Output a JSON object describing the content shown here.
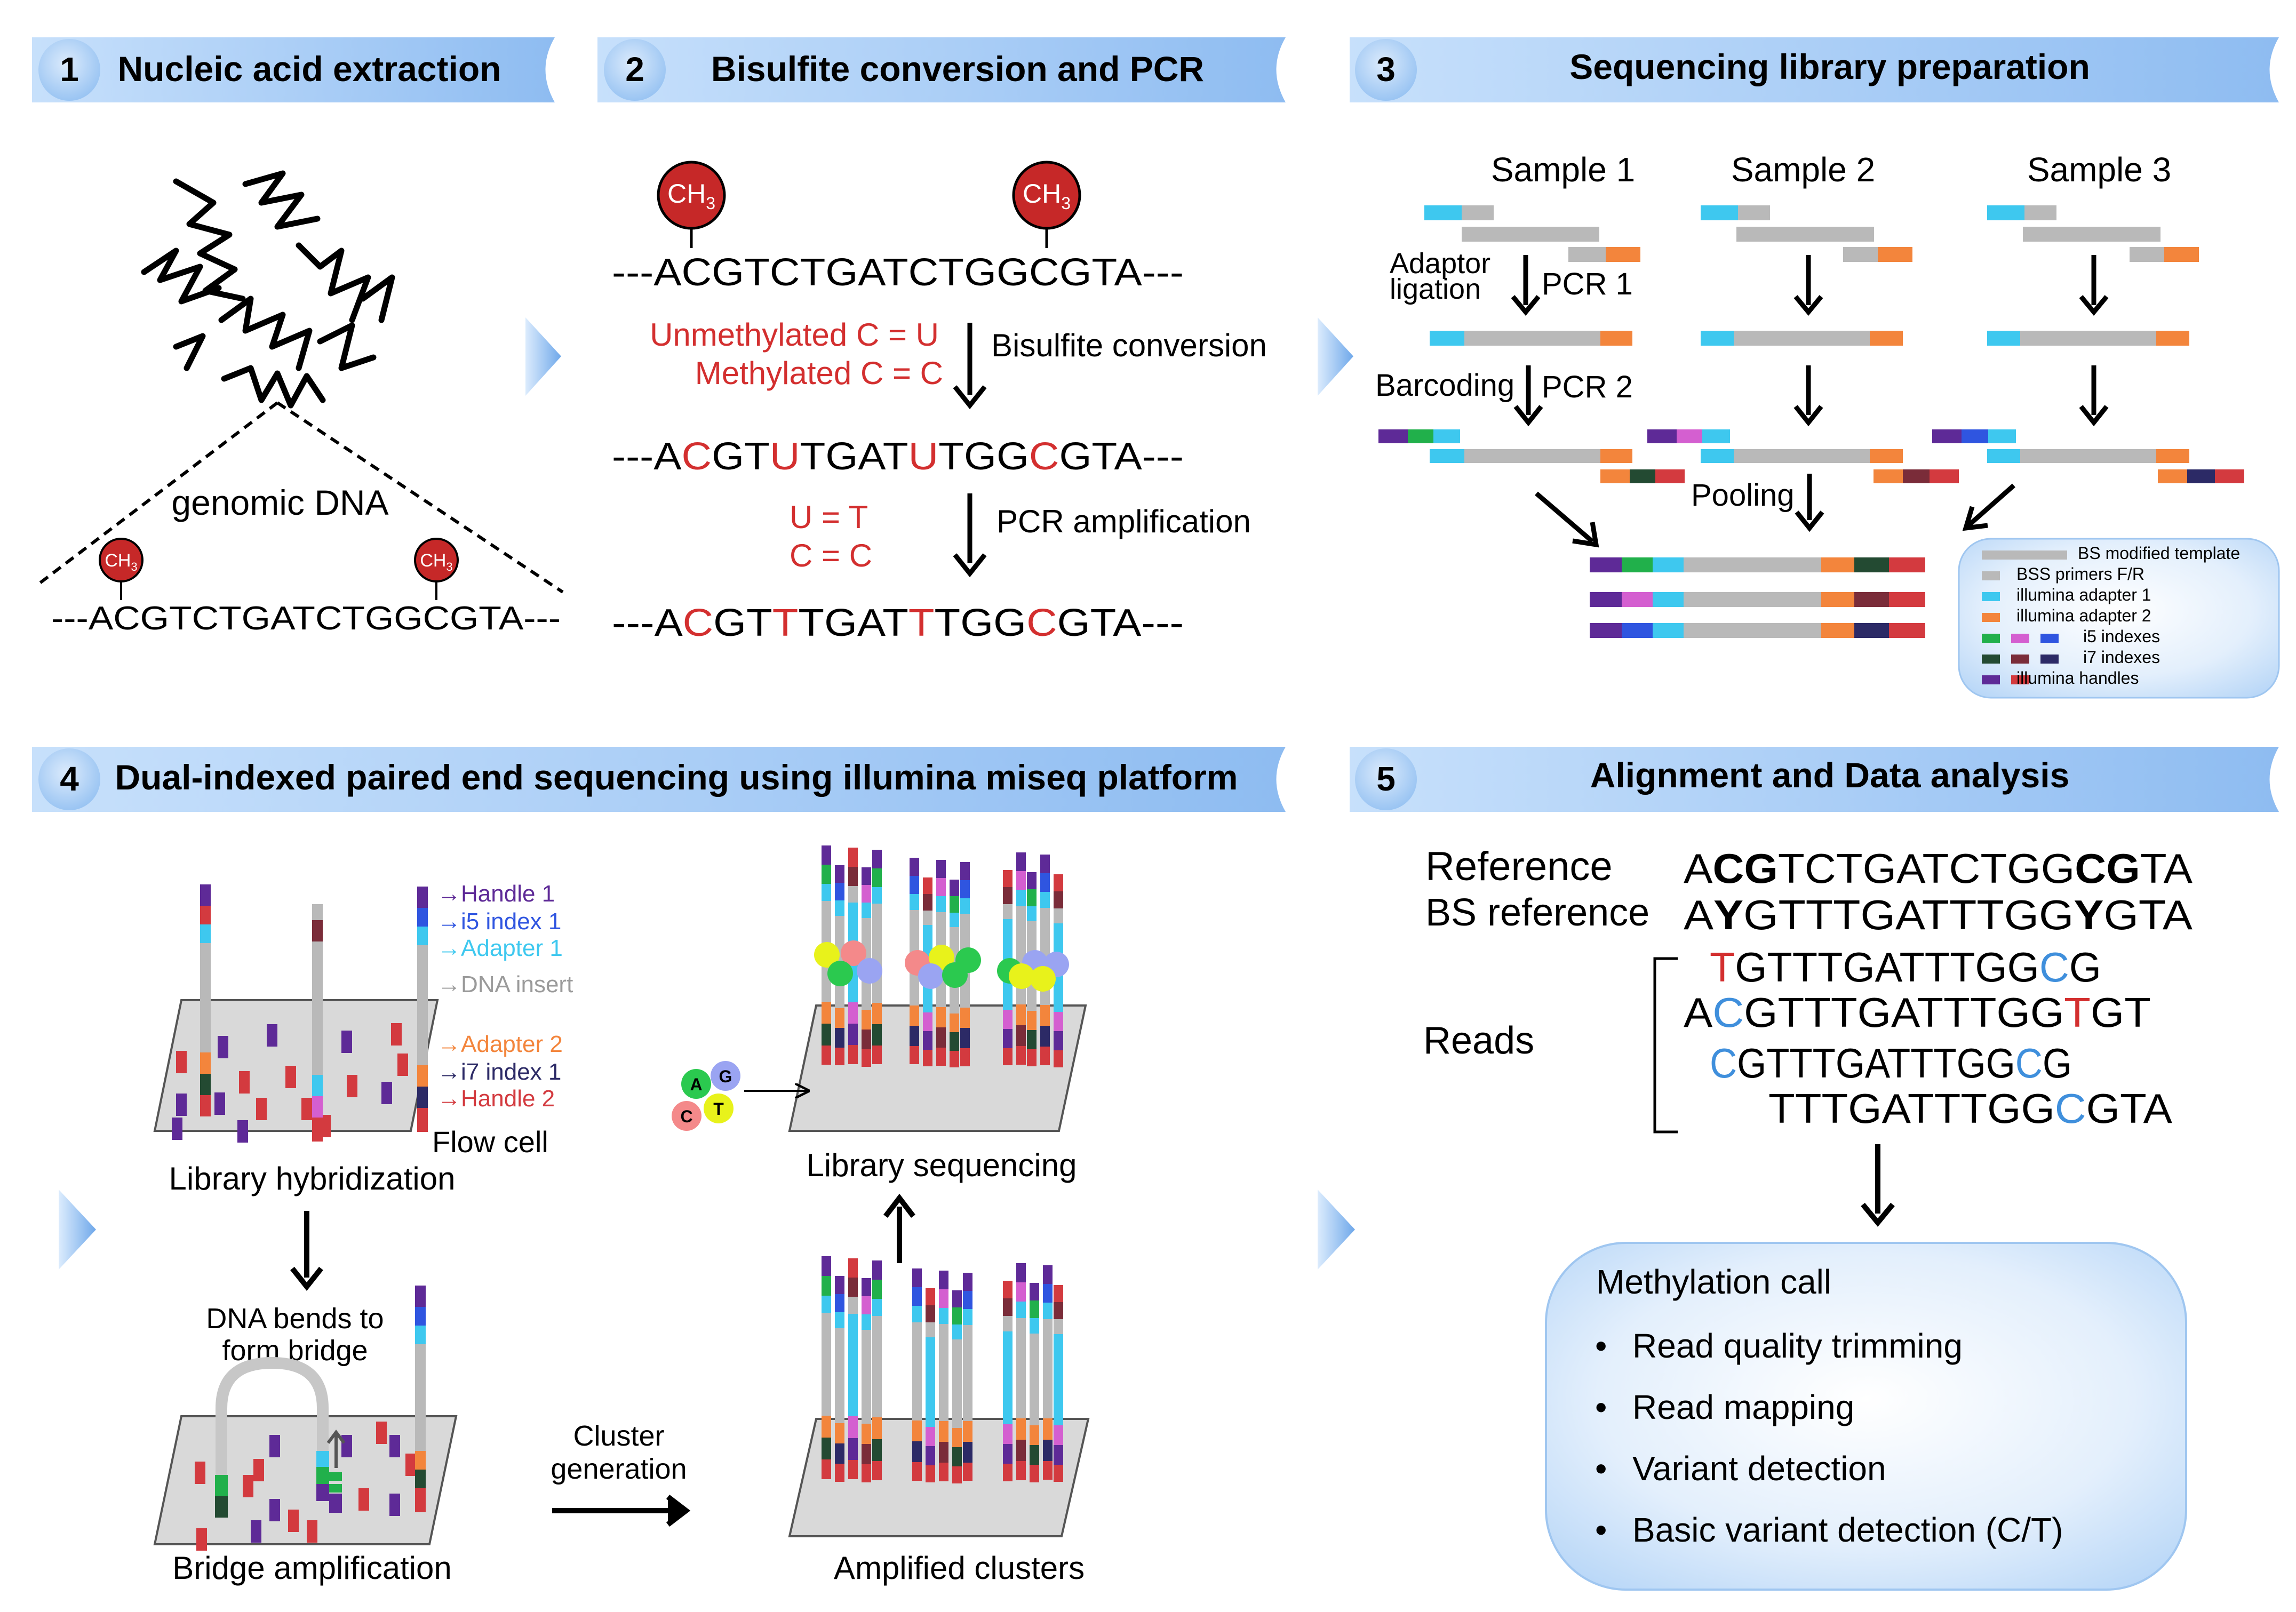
{
  "colors": {
    "red": "#d32f2f",
    "blue": "#3f8fdc",
    "handle_purple": "#5e2a97",
    "cyan": "#3ec8ef",
    "orange": "#f3853c",
    "gray": "#b9b9b9",
    "green": "#21b04b",
    "magenta": "#d45fd0",
    "blueidx": "#2f55e0",
    "dkgreen": "#234a32",
    "maroon": "#7a2c39",
    "navy": "#2c2a66",
    "handle_red": "#d33a3f"
  },
  "panels": [
    {
      "num": "1",
      "title": "Nucleic acid extraction"
    },
    {
      "num": "2",
      "title": "Bisulfite conversion and PCR"
    },
    {
      "num": "3",
      "title": "Sequencing library preparation"
    },
    {
      "num": "4",
      "title": "Dual-indexed paired end sequencing using illumina miseq platform"
    },
    {
      "num": "5",
      "title": "Alignment and Data analysis"
    }
  ],
  "p1": {
    "label": "genomic DNA",
    "seq": "---ACGTCTGATCTGGCGTA---",
    "ch3": "CH",
    "ch3_sub": "3"
  },
  "p2": {
    "ch3": "CH",
    "ch3_sub": "3",
    "seq1": "---ACGTCTGATCTGGCGTA---",
    "unmeth": "Unmethylated C = U",
    "meth": "Methylated C = C",
    "bisulfite": "Bisulfite conversion",
    "seq2": [
      {
        "t": "---A",
        "c": "k"
      },
      {
        "t": "C",
        "c": "r"
      },
      {
        "t": "GT",
        "c": "k"
      },
      {
        "t": "U",
        "c": "r"
      },
      {
        "t": "TGAT",
        "c": "k"
      },
      {
        "t": "U",
        "c": "r"
      },
      {
        "t": "TGG",
        "c": "k"
      },
      {
        "t": "C",
        "c": "r"
      },
      {
        "t": "GTA---",
        "c": "k"
      }
    ],
    "u_t": "U = T",
    "c_c": "C = C",
    "pcr": "PCR amplification",
    "seq3": [
      {
        "t": "---A",
        "c": "k"
      },
      {
        "t": "C",
        "c": "r"
      },
      {
        "t": "GT",
        "c": "k"
      },
      {
        "t": "T",
        "c": "r"
      },
      {
        "t": "TGAT",
        "c": "k"
      },
      {
        "t": "T",
        "c": "r"
      },
      {
        "t": "TGG",
        "c": "k"
      },
      {
        "t": "C",
        "c": "r"
      },
      {
        "t": "GTA---",
        "c": "k"
      }
    ]
  },
  "p3": {
    "samples": [
      "Sample 1",
      "Sample 2",
      "Sample 3"
    ],
    "adaptor_1": "Adaptor",
    "adaptor_2": "ligation",
    "pcr1": "PCR 1",
    "barcoding": "Barcoding",
    "pcr2": "PCR 2",
    "pooling": "Pooling",
    "legend": [
      {
        "label": "BS modified template",
        "colors": [
          "#b9b9b9"
        ]
      },
      {
        "label": "BSS primers F/R",
        "colors": [
          "#b9b9b9"
        ]
      },
      {
        "label": "illumina adapter 1",
        "colors": [
          "#3ec8ef"
        ]
      },
      {
        "label": "illumina adapter 2",
        "colors": [
          "#f3853c"
        ]
      },
      {
        "label": "i5 indexes",
        "colors": [
          "#21b04b",
          "#d45fd0",
          "#2f55e0"
        ]
      },
      {
        "label": "i7 indexes",
        "colors": [
          "#234a32",
          "#7a2c39",
          "#2c2a66"
        ]
      },
      {
        "label": "illumina handles",
        "colors": [
          "#5e2a97",
          "#d33a3f"
        ]
      }
    ]
  },
  "p4": {
    "labels": {
      "handle1": "→Handle 1",
      "i5": "→i5 index 1",
      "adapter1": "→Adapter 1",
      "insert": "→DNA insert",
      "adapter2": "→Adapter 2",
      "i7": "→i7 index 1",
      "handle2": "→Handle 2"
    },
    "flow_cell": "Flow cell",
    "lib_hyb": "Library hybridization",
    "bends_1": "DNA bends to",
    "bends_2": "form bridge",
    "bridge": "Bridge amplification",
    "cluster_1": "Cluster",
    "cluster_2": "generation",
    "amplified": "Amplified clusters",
    "lib_seq": "Library sequencing",
    "bases": [
      "A",
      "G",
      "C",
      "T"
    ]
  },
  "p5": {
    "ref_label": "Reference",
    "bs_label": "BS reference",
    "reads_label": "Reads",
    "ref_seq": [
      {
        "t": "A",
        "c": "k"
      },
      {
        "t": "CG",
        "c": "b"
      },
      {
        "t": "TCTGATCTGG",
        "c": "k"
      },
      {
        "t": "CG",
        "c": "b"
      },
      {
        "t": "TA",
        "c": "k"
      }
    ],
    "bs_seq": [
      {
        "t": "A",
        "c": "k"
      },
      {
        "t": "Y",
        "c": "b"
      },
      {
        "t": "GTTTGATTTGG",
        "c": "k"
      },
      {
        "t": "Y",
        "c": "b"
      },
      {
        "t": "GTA",
        "c": "k"
      }
    ],
    "reads": [
      [
        {
          "t": "T",
          "c": "r"
        },
        {
          "t": "GTTTGATTTGG",
          "c": "k"
        },
        {
          "t": "C",
          "c": "u"
        },
        {
          "t": "G",
          "c": "k"
        }
      ],
      [
        {
          "t": "A",
          "c": "k"
        },
        {
          "t": "C",
          "c": "u"
        },
        {
          "t": "GTTTGATTTGG",
          "c": "k"
        },
        {
          "t": "T",
          "c": "r"
        },
        {
          "t": "GT",
          "c": "k"
        }
      ],
      [
        {
          "t": "C",
          "c": "u"
        },
        {
          "t": "GTTTGATTTGG",
          "c": "k"
        },
        {
          "t": "C",
          "c": "u"
        },
        {
          "t": "G",
          "c": "k"
        }
      ],
      [
        {
          "t": "TTTGATTTGG",
          "c": "k"
        },
        {
          "t": "C",
          "c": "u"
        },
        {
          "t": "GTA",
          "c": "k"
        }
      ]
    ],
    "box_title": "Methylation call",
    "bullets": [
      "Read quality trimming",
      "Read mapping",
      "Variant detection",
      "Basic variant detection (C/T)"
    ]
  }
}
